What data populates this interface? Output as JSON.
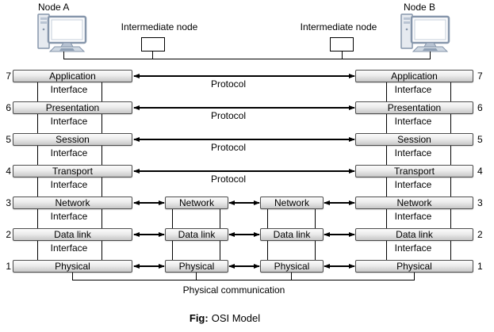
{
  "nodes": {
    "node_a": "Node A",
    "node_b": "Node B",
    "intermediate_left": "Intermediate node",
    "intermediate_right": "Intermediate node"
  },
  "stacks": {
    "left_numbers": [
      "7",
      "6",
      "5",
      "4",
      "3",
      "2",
      "1"
    ],
    "right_numbers": [
      "7",
      "6",
      "5",
      "4",
      "3",
      "2",
      "1"
    ],
    "node_a_layers": [
      "Application",
      "Presentation",
      "Session",
      "Transport",
      "Network",
      "Data link",
      "Physical"
    ],
    "node_b_layers": [
      "Application",
      "Presentation",
      "Session",
      "Transport",
      "Network",
      "Data link",
      "Physical"
    ],
    "intermediate1_layers": [
      "Network",
      "Data link",
      "Physical"
    ],
    "intermediate2_layers": [
      "Network",
      "Data link",
      "Physical"
    ],
    "interface_label": "Interface",
    "protocol_label": "Protocol"
  },
  "labels": {
    "physical_communication": "Physical communication",
    "caption_bold": "Fig:",
    "caption_rest": "OSI Model"
  },
  "colors": {
    "box_border": "#4d4d4d",
    "box_gradient_top": "#fbfbfb",
    "box_gradient_bottom": "#c7c7c7",
    "line": "#000000",
    "computer_outline": "#8696ab",
    "computer_fill": "#d6dde6"
  }
}
